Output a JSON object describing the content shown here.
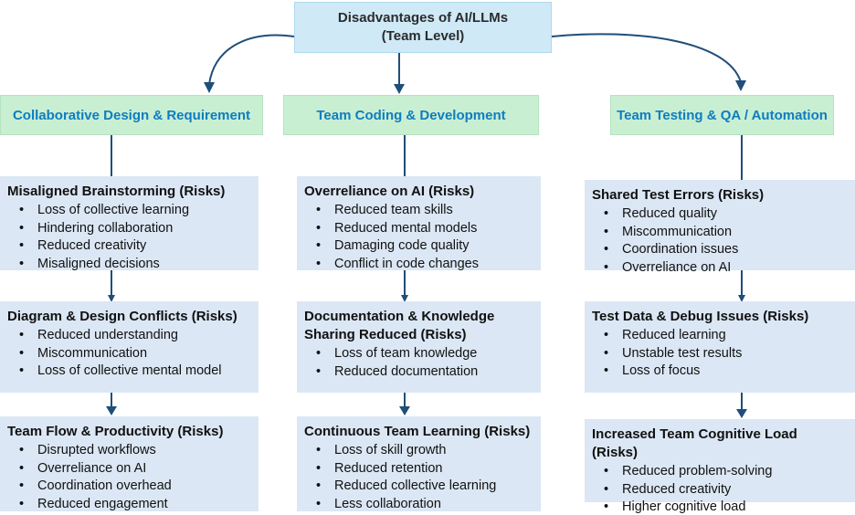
{
  "root": {
    "title_line1": "Disadvantages of AI/LLMs",
    "title_line2": "(Team Level)"
  },
  "columns": [
    {
      "header": "Collaborative Design & Requirement",
      "boxes": [
        {
          "title": "Misaligned Brainstorming (Risks)",
          "bullets": [
            "Loss of collective learning",
            "Hindering collaboration",
            "Reduced creativity",
            "Misaligned decisions"
          ]
        },
        {
          "title": "Diagram & Design Conflicts (Risks)",
          "bullets": [
            "Reduced understanding",
            "Miscommunication",
            "Loss of collective mental model"
          ]
        },
        {
          "title": "Team Flow & Productivity (Risks)",
          "bullets": [
            "Disrupted workflows",
            "Overreliance on AI",
            "Coordination overhead",
            "Reduced engagement"
          ]
        }
      ]
    },
    {
      "header": "Team Coding & Development",
      "boxes": [
        {
          "title": "Overreliance on AI (Risks)",
          "bullets": [
            "Reduced team skills",
            "Reduced mental models",
            "Damaging code quality",
            "Conflict in code changes"
          ]
        },
        {
          "title": "Documentation & Knowledge Sharing Reduced (Risks)",
          "bullets": [
            "Loss of team knowledge",
            "Reduced documentation"
          ]
        },
        {
          "title": "Continuous Team Learning (Risks)",
          "bullets": [
            "Loss of skill growth",
            "Reduced retention",
            "Reduced collective learning",
            "Less collaboration"
          ]
        }
      ]
    },
    {
      "header": "Team Testing & QA / Automation",
      "boxes": [
        {
          "title": "Shared Test Errors (Risks)",
          "bullets": [
            "Reduced quality",
            "Miscommunication",
            "Coordination issues",
            "Overreliance on AI"
          ]
        },
        {
          "title": "Test Data & Debug Issues (Risks)",
          "bullets": [
            "Reduced learning",
            "Unstable test results",
            "Loss of focus"
          ]
        },
        {
          "title": "Increased Team Cognitive Load (Risks)",
          "bullets": [
            "Reduced problem-solving",
            "Reduced creativity",
            "Higher cognitive load"
          ]
        }
      ]
    }
  ],
  "colors": {
    "root_box_bg": "#cfe9f7",
    "branch_header_bg": "#c9efd2",
    "branch_header_text": "#0e7dc1",
    "risk_box_bg": "#dbe7f4",
    "connector": "#1f4e79",
    "text": "#111111"
  }
}
